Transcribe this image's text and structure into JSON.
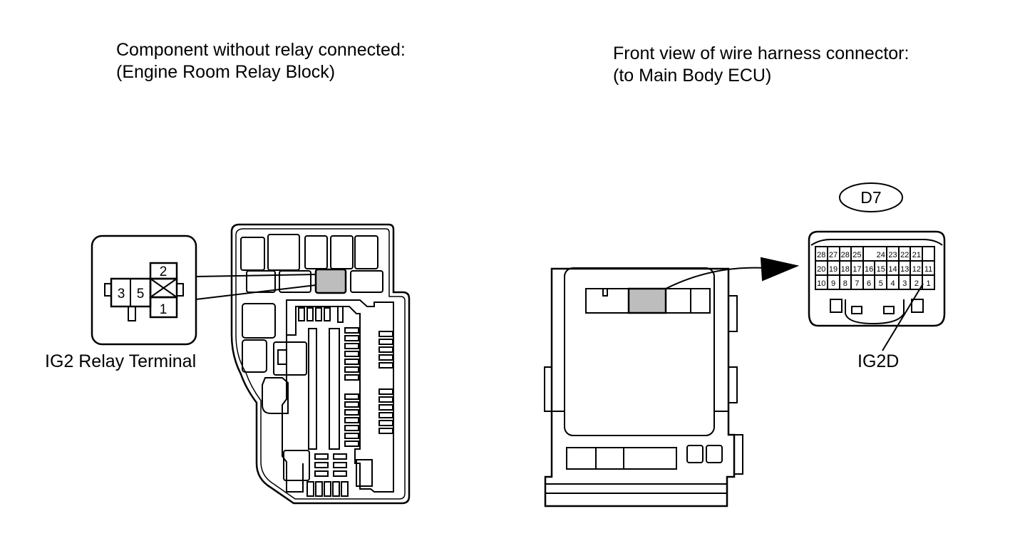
{
  "left_caption": {
    "line1": "Component without relay connected:",
    "line2": "(Engine Room Relay Block)"
  },
  "right_caption": {
    "line1": "Front view of wire harness connector:",
    "line2": "(to Main Body ECU)"
  },
  "relay_terminal": {
    "label": "IG2 Relay Terminal",
    "pins": [
      "3",
      "5",
      "2",
      "1"
    ]
  },
  "connector": {
    "code": "D7",
    "pin_label": "IG2D",
    "row1": [
      "28",
      "27",
      "28",
      "25",
      "",
      "24",
      "23",
      "22",
      "21"
    ],
    "row2": [
      "20",
      "19",
      "18",
      "17",
      "16",
      "15",
      "14",
      "13",
      "12",
      "11"
    ],
    "row3": [
      "10",
      "9",
      "8",
      "7",
      "6",
      "5",
      "4",
      "3",
      "2",
      "1"
    ]
  },
  "colors": {
    "line": "#000000",
    "highlight": "#bdbdbd",
    "background": "#ffffff"
  }
}
